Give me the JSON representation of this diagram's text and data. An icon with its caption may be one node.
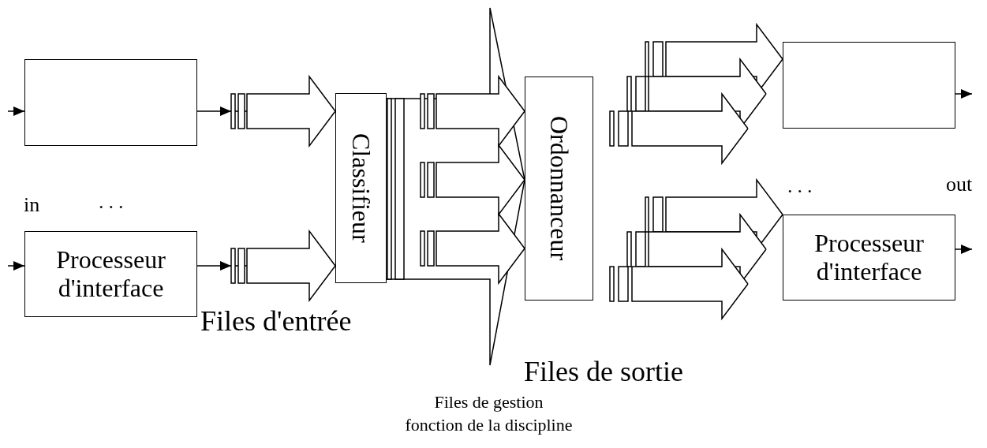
{
  "diagram": {
    "nodes": [
      {
        "text": [],
        "shape": "box"
      },
      {
        "text": [
          "Processeur d'interface"
        ]
      },
      {
        "text": [
          "Classifieur"
        ]
      },
      {
        "text": [
          "Ordonnanceur"
        ]
      },
      {
        "text": [],
        "shape": "box"
      },
      {
        "text": [
          "Processeur d'interface"
        ]
      }
    ],
    "edges": [
      {
        "from": null,
        "to": 0,
        "arrow": "to"
      },
      {
        "from": null,
        "to": 1,
        "arrow": "to"
      },
      {
        "from": 0,
        "to": 2,
        "arrow": "to"
      },
      {
        "from": 1,
        "to": 2,
        "arrow": "to"
      },
      {
        "from": 2,
        "to": 3,
        "arrow": "to"
      },
      {
        "from": null,
        "to": 3,
        "arrow": "to"
      },
      {
        "from": null,
        "to": 3,
        "arrow": "to"
      },
      {
        "from": null,
        "to": 3,
        "arrow": "to"
      },
      {
        "from": null,
        "to": 4,
        "arrow": "to"
      },
      {
        "from": null,
        "to": 5,
        "arrow": "to"
      },
      {
        "from": 4,
        "to": null,
        "arrow": "to"
      },
      {
        "from": 5,
        "to": null,
        "arrow": "to"
      }
    ],
    "labels": [
      "in",
      "...",
      "...",
      "out",
      "Files d'entrée",
      "Files de sortie",
      "Files de gestion fonction de la discipline"
    ]
  }
}
